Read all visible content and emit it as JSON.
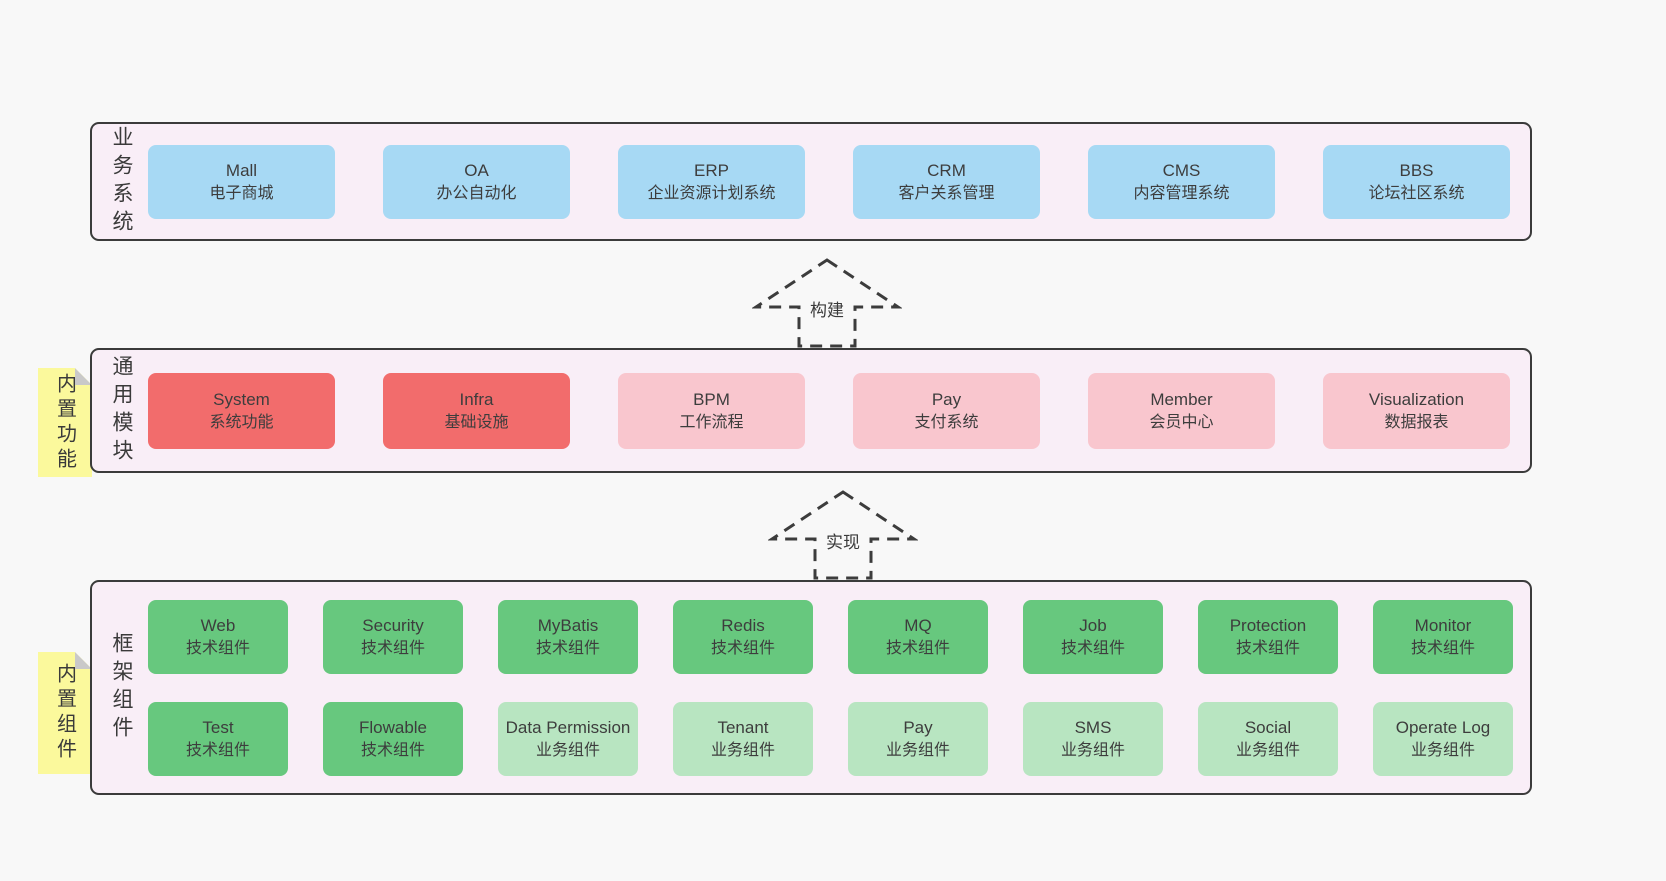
{
  "diagram": {
    "background": "#f8f8f8",
    "panel_bg": "#f9eef7",
    "panel_border": "#3b3b3b",
    "text_color": "#3d3d3d"
  },
  "colors": {
    "blue": "#a7d9f4",
    "red": "#f26c6c",
    "pink": "#f9c6ce",
    "green": "#67c87e",
    "green_light": "#b8e5c1",
    "sticky_yellow": "#fbf99c"
  },
  "panels": {
    "business": {
      "label": "业务系统",
      "items": [
        {
          "title": "Mall",
          "subtitle": "电子商城",
          "color": "blue"
        },
        {
          "title": "OA",
          "subtitle": "办公自动化",
          "color": "blue"
        },
        {
          "title": "ERP",
          "subtitle": "企业资源计划系统",
          "color": "blue"
        },
        {
          "title": "CRM",
          "subtitle": "客户关系管理",
          "color": "blue"
        },
        {
          "title": "CMS",
          "subtitle": "内容管理系统",
          "color": "blue"
        },
        {
          "title": "BBS",
          "subtitle": "论坛社区系统",
          "color": "blue"
        }
      ]
    },
    "modules": {
      "label": "通用模块",
      "sticky": "内置功能",
      "items": [
        {
          "title": "System",
          "subtitle": "系统功能",
          "color": "red"
        },
        {
          "title": "Infra",
          "subtitle": "基础设施",
          "color": "red"
        },
        {
          "title": "BPM",
          "subtitle": "工作流程",
          "color": "pink"
        },
        {
          "title": "Pay",
          "subtitle": "支付系统",
          "color": "pink"
        },
        {
          "title": "Member",
          "subtitle": "会员中心",
          "color": "pink"
        },
        {
          "title": "Visualization",
          "subtitle": "数据报表",
          "color": "pink"
        }
      ]
    },
    "framework": {
      "label": "框架组件",
      "sticky": "内置组件",
      "row1": [
        {
          "title": "Web",
          "subtitle": "技术组件",
          "color": "green"
        },
        {
          "title": "Security",
          "subtitle": "技术组件",
          "color": "green"
        },
        {
          "title": "MyBatis",
          "subtitle": "技术组件",
          "color": "green"
        },
        {
          "title": "Redis",
          "subtitle": "技术组件",
          "color": "green"
        },
        {
          "title": "MQ",
          "subtitle": "技术组件",
          "color": "green"
        },
        {
          "title": "Job",
          "subtitle": "技术组件",
          "color": "green"
        },
        {
          "title": "Protection",
          "subtitle": "技术组件",
          "color": "green"
        },
        {
          "title": "Monitor",
          "subtitle": "技术组件",
          "color": "green"
        }
      ],
      "row2": [
        {
          "title": "Test",
          "subtitle": "技术组件",
          "color": "green"
        },
        {
          "title": "Flowable",
          "subtitle": "技术组件",
          "color": "green"
        },
        {
          "title": "Data Permission",
          "subtitle": "业务组件",
          "color": "green_light"
        },
        {
          "title": "Tenant",
          "subtitle": "业务组件",
          "color": "green_light"
        },
        {
          "title": "Pay",
          "subtitle": "业务组件",
          "color": "green_light"
        },
        {
          "title": "SMS",
          "subtitle": "业务组件",
          "color": "green_light"
        },
        {
          "title": "Social",
          "subtitle": "业务组件",
          "color": "green_light"
        },
        {
          "title": "Operate Log",
          "subtitle": "业务组件",
          "color": "green_light"
        }
      ]
    }
  },
  "arrows": [
    {
      "label": "构建"
    },
    {
      "label": "实现"
    }
  ]
}
